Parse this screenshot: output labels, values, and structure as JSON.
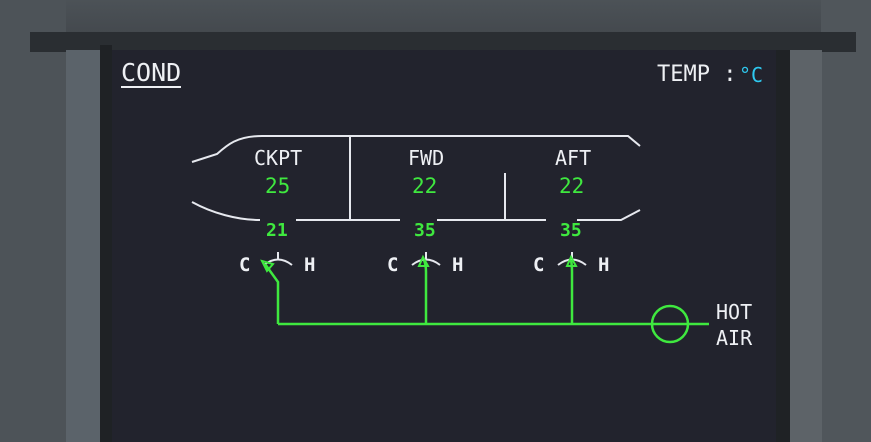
{
  "page": {
    "title": "COND",
    "temp_label": "TEMP :",
    "temp_unit": "°C"
  },
  "zones": [
    {
      "name": "CKPT",
      "zone_temp": "25",
      "duct_temp": "21",
      "cold_label": "C",
      "hot_label": "H"
    },
    {
      "name": "FWD",
      "zone_temp": "22",
      "duct_temp": "35",
      "cold_label": "C",
      "hot_label": "H"
    },
    {
      "name": "AFT",
      "zone_temp": "22",
      "duct_temp": "35",
      "cold_label": "C",
      "hot_label": "H"
    }
  ],
  "hot_air": {
    "line1": "HOT",
    "line2": "AIR",
    "valve_state": "open"
  },
  "colors": {
    "screen_bg": "#22232d",
    "text_white": "#eef0f4",
    "value_green": "#3fe83f",
    "unit_cyan": "#2ec9f0"
  }
}
